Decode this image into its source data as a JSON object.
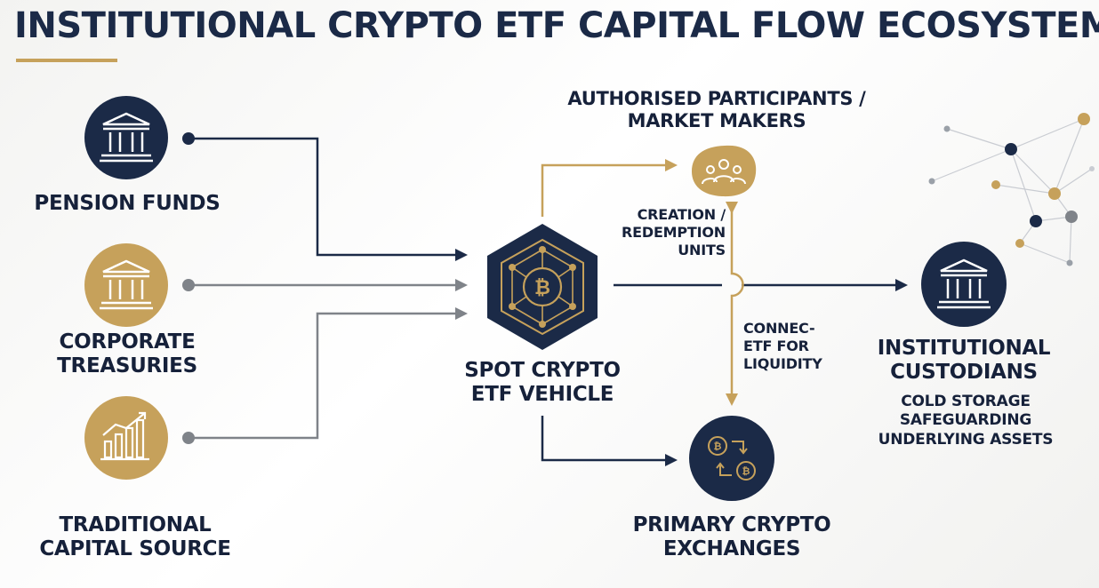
{
  "title": "INSTITUTIONAL CRYPTO ETF CAPITAL FLOW ECOSYSTEM",
  "colors": {
    "navy": "#1b2a47",
    "gold": "#c6a15b",
    "gray": "#7f8389"
  },
  "sources": [
    {
      "label": "PENSION FUNDS",
      "icon": "bank-icon"
    },
    {
      "label_lines": [
        "CORPORATE",
        "TREASURIES"
      ],
      "icon": "bank-icon"
    },
    {
      "label_lines": [
        "TRADITIONAL",
        "CAPITAL SOURCE"
      ],
      "icon": "growth-chart-icon"
    }
  ],
  "etf": {
    "label_lines": [
      "SPOT CRYPTO",
      "ETF VEHICLE"
    ],
    "icon": "bitcoin-network-icon"
  },
  "authorised": {
    "label_lines": [
      "AUTHORISED PARTICIPANTS /",
      "MARKET MAKERS"
    ],
    "icon": "people-group-icon"
  },
  "creation": {
    "label_lines": [
      "CREATION /",
      "REDEMPTION",
      "UNITS"
    ]
  },
  "connect": {
    "label_lines": [
      "CONNEC-",
      "ETF FOR",
      "LIQUIDITY"
    ]
  },
  "custodians": {
    "label_lines": [
      "INSTITUTIONAL",
      "CUSTODIANS"
    ],
    "sub_lines": [
      "COLD STORAGE",
      "SAFEGUARDING",
      "UNDERLYING ASSETS"
    ],
    "icon": "bank-icon"
  },
  "exchanges": {
    "label_lines": [
      "PRIMARY CRYPTO",
      "EXCHANGES"
    ],
    "icon": "crypto-exchange-icon"
  }
}
